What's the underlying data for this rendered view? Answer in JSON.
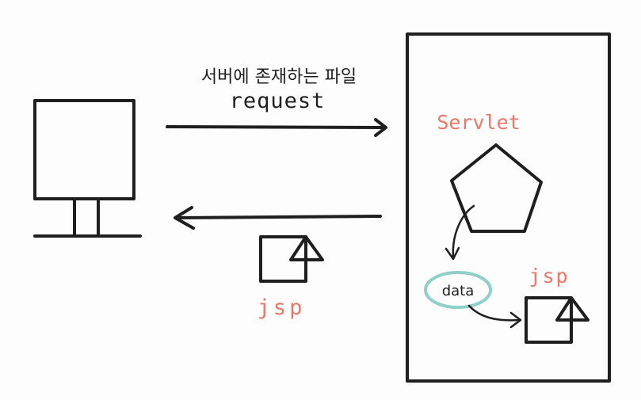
{
  "labels": {
    "request_korean": "서버에 존재하는 파일",
    "request": "request",
    "servlet": "Servlet",
    "data": "data",
    "jsp_server": "jsp",
    "jsp_response": "jsp"
  },
  "colors": {
    "ink": "#1f1f1f",
    "accent_red": "#e8786a",
    "data_ring": "#8fd0c8",
    "background": "#fdfdfd"
  },
  "icons": {
    "client": "monitor-icon",
    "servlet": "pentagon-icon",
    "jsp": "document-icon"
  }
}
